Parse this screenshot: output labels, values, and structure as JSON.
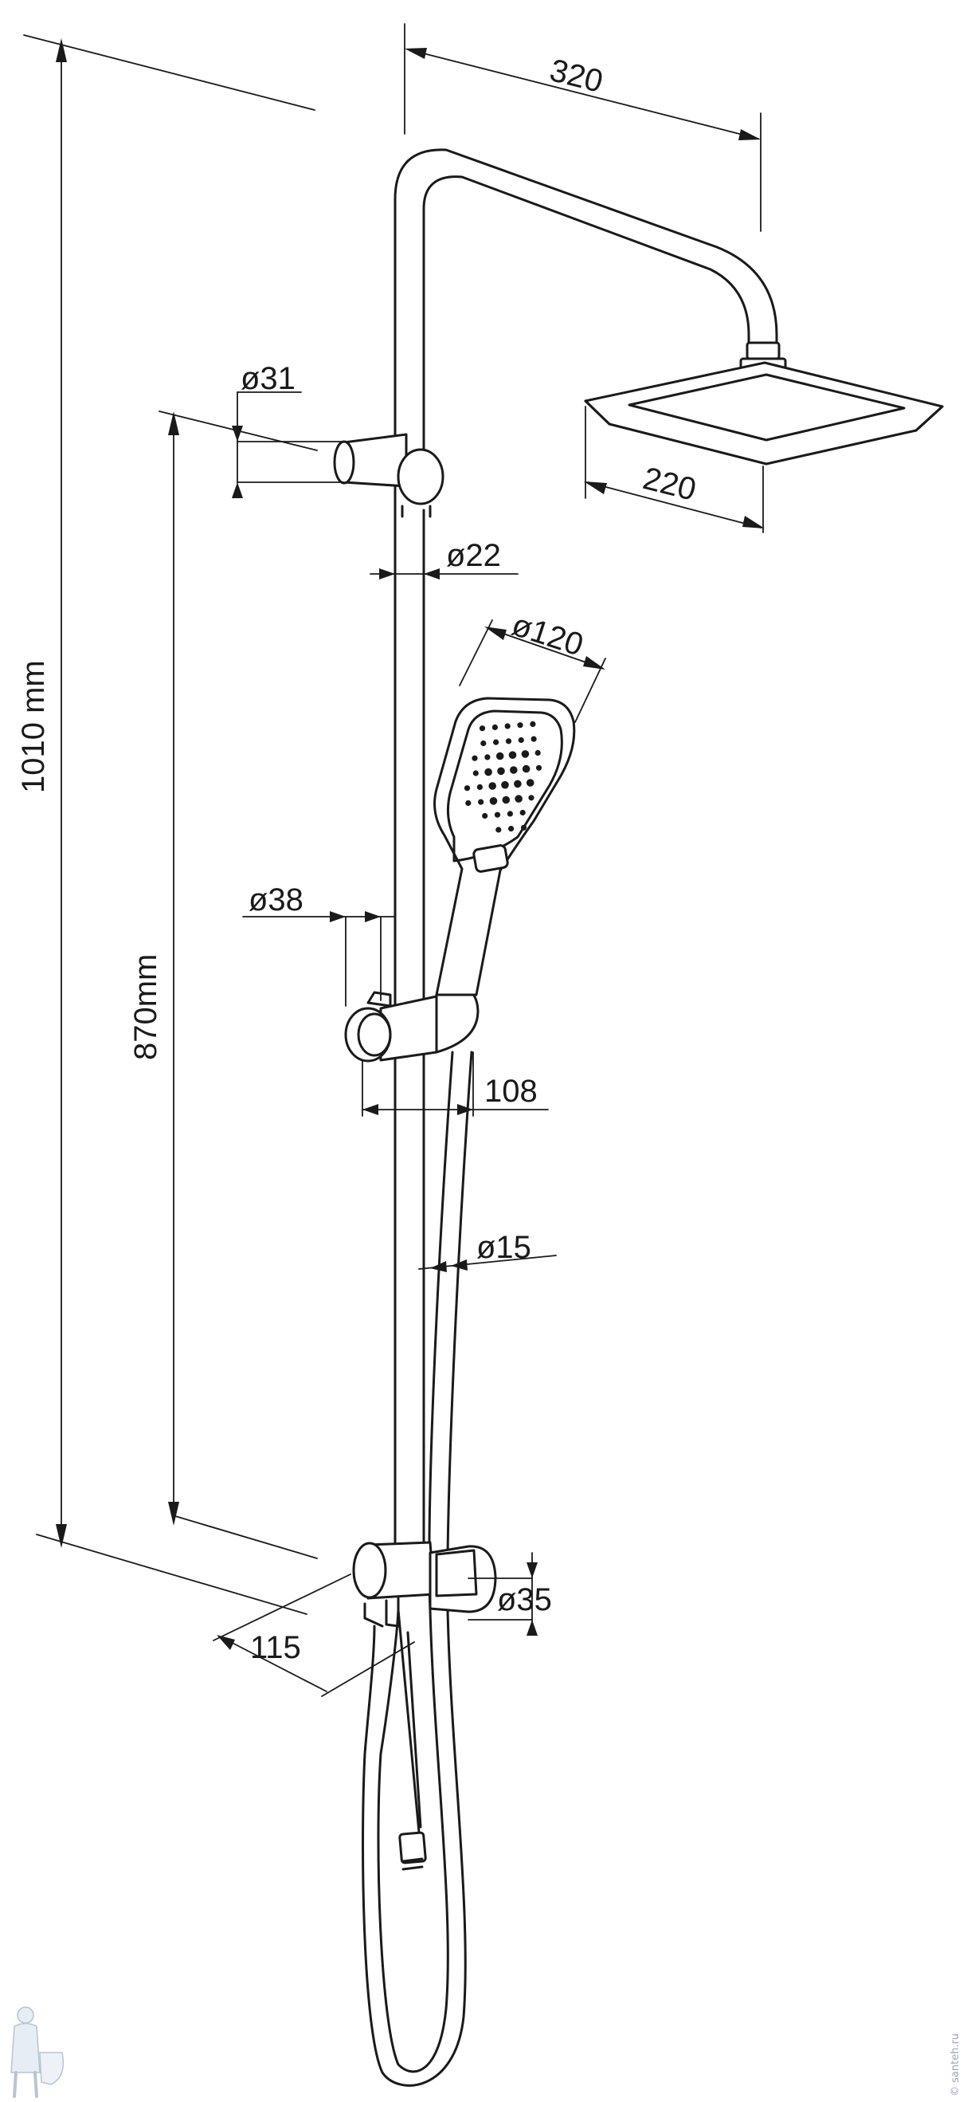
{
  "dimensions": {
    "overall_height": "1010 mm",
    "rail_length": "870mm",
    "arm_reach": "320",
    "head_size": "220",
    "hand_shower_diameter": "ø120",
    "upper_bracket_diameter": "ø31",
    "rail_diameter": "ø22",
    "holder_diameter": "ø38",
    "holder_depth": "108",
    "hose_diameter": "ø15",
    "lower_bracket_diameter": "ø35",
    "lower_bracket_depth": "115"
  },
  "watermark": {
    "text": "© santeh.ru"
  },
  "colors": {
    "line": "#1a1a1a",
    "background": "#ffffff",
    "watermark": "#9aa7b8"
  }
}
